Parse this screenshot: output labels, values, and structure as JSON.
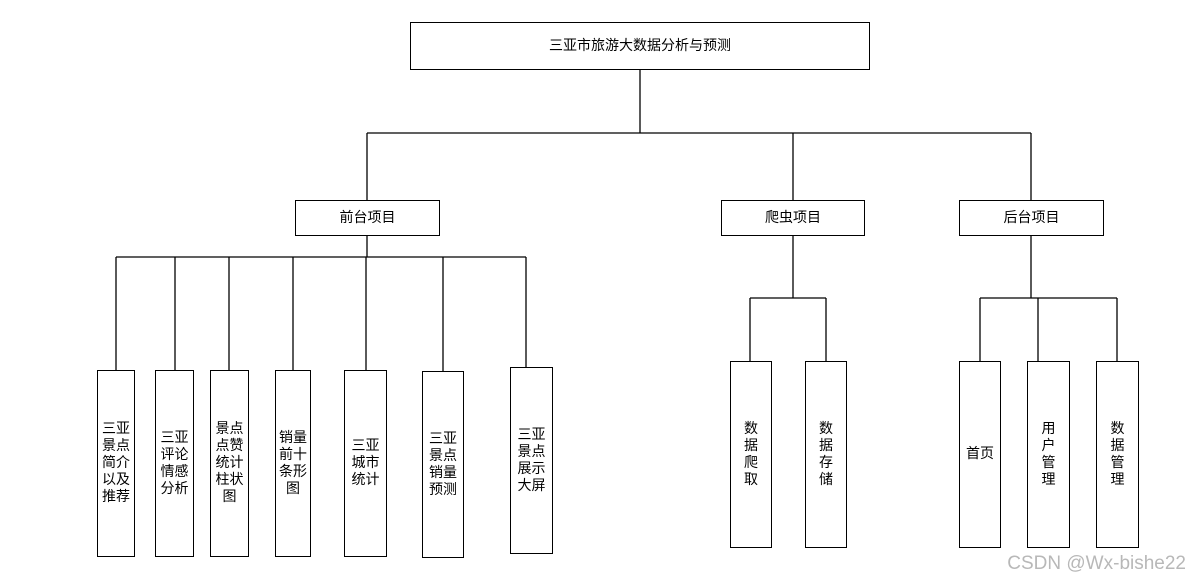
{
  "root": {
    "label": "三亚市旅游大数据分析与预测"
  },
  "groups": {
    "frontend": {
      "label": "前台项目",
      "items": [
        "三亚景点简介以及推荐",
        "三亚评论情感分析",
        "景点点赞统计柱状图",
        "销量前十条形图",
        "三亚城市统计",
        "三亚景点销量预测",
        "三亚景点展示大屏"
      ]
    },
    "crawler": {
      "label": "爬虫项目",
      "items": [
        "数据爬取",
        "数据存储"
      ]
    },
    "backend": {
      "label": "后台项目",
      "items": [
        "首页",
        "用户管理",
        "数据管理"
      ]
    }
  },
  "watermark": "CSDN @Wx-bishe22"
}
